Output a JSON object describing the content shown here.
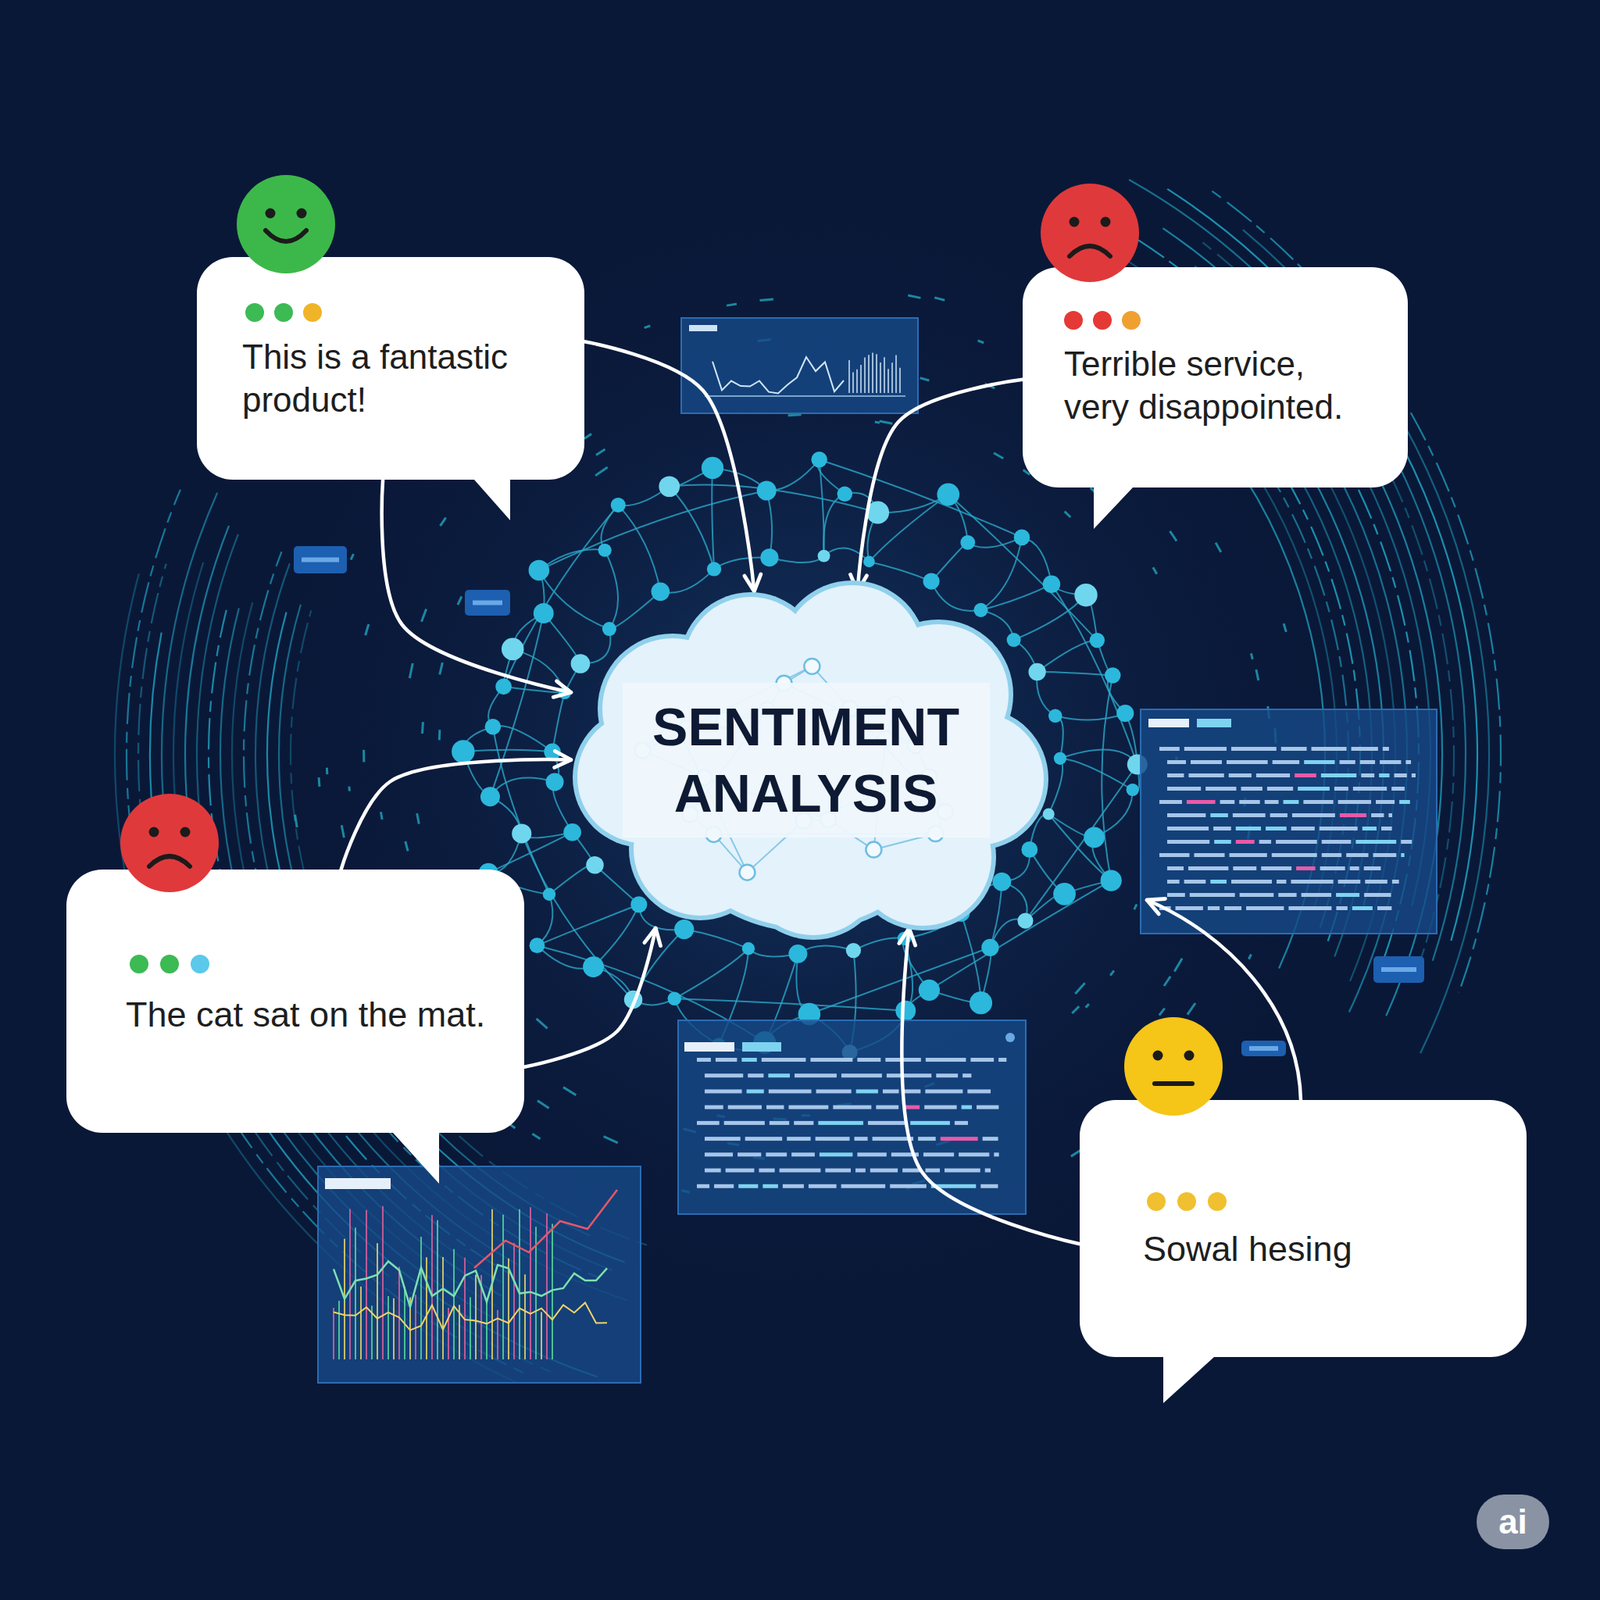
{
  "diagram": {
    "nodes": [
      {
        "text": [
          "This is a fantastic product!"
        ]
      },
      {
        "text": [
          "Terrible service, very disappointed."
        ]
      },
      {
        "text": [
          "SENTIMENT ANALYSIS"
        ]
      },
      {
        "text": [
          "The cat sat on the mat."
        ]
      },
      {
        "text": [
          "Sowal hesing"
        ]
      }
    ],
    "edges": [
      {
        "from": 0,
        "to": 2,
        "arrow": "to"
      },
      {
        "from": 0,
        "to": 2,
        "arrow": "to"
      },
      {
        "from": 1,
        "to": 2,
        "arrow": "to"
      },
      {
        "from": 3,
        "to": 2,
        "arrow": "to"
      },
      {
        "from": 3,
        "to": 2,
        "arrow": "to"
      },
      {
        "from": 4,
        "to": 2,
        "arrow": "to"
      }
    ],
    "labels": [
      "ai"
    ]
  }
}
